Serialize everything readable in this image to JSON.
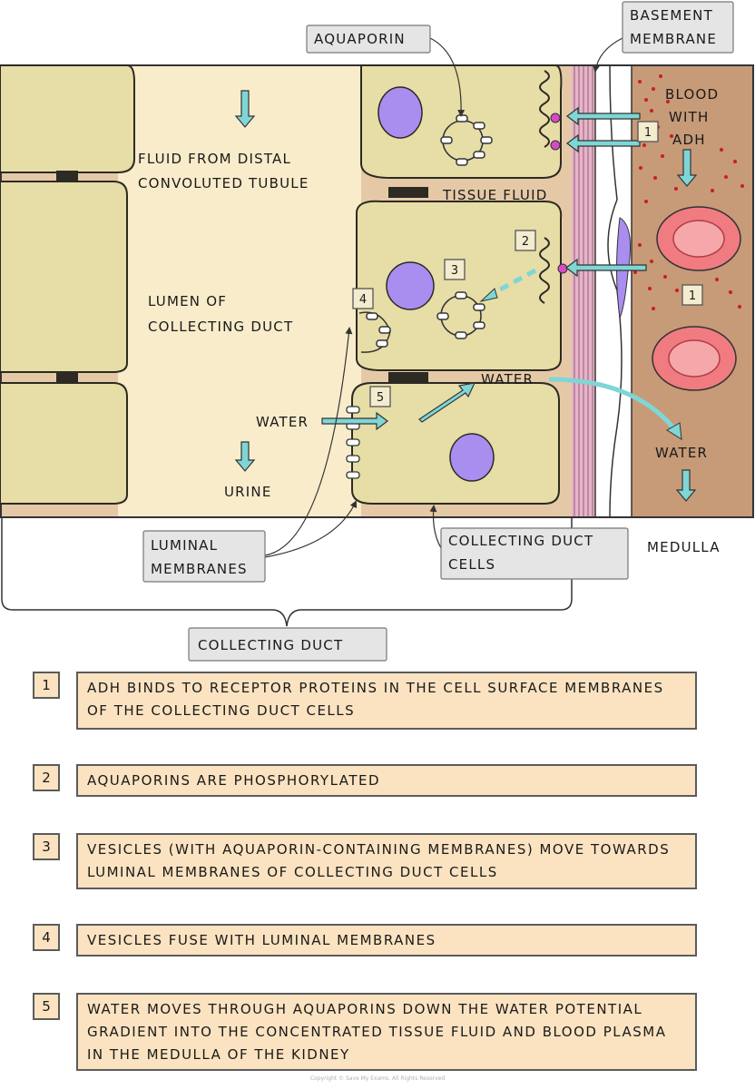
{
  "labels": {
    "aquaporin": "AQUAPORIN",
    "basement_membrane_1": "BASEMENT",
    "basement_membrane_2": "MEMBRANE",
    "blood_1": "BLOOD",
    "blood_2": "WITH",
    "blood_3": "ADH",
    "fluid_1": "FLUID FROM DISTAL",
    "fluid_2": "CONVOLUTED TUBULE",
    "tissue_fluid": "TISSUE FLUID",
    "lumen_1": "LUMEN OF",
    "lumen_2": "COLLECTING DUCT",
    "water_left": "WATER",
    "water_mid": "WATER",
    "water_right": "WATER",
    "urine": "URINE",
    "luminal_1": "LUMINAL",
    "luminal_2": "MEMBRANES",
    "cd_cells_1": "COLLECTING DUCT",
    "cd_cells_2": "CELLS",
    "medulla": "MEDULLA",
    "collecting_duct": "COLLECTING DUCT"
  },
  "markers": {
    "m1a": "1",
    "m1b": "1",
    "m2": "2",
    "m3": "3",
    "m4": "4",
    "m5": "5"
  },
  "steps": [
    {
      "num": "1",
      "text": "ADH BINDS TO RECEPTOR PROTEINS IN THE CELL SURFACE MEMBRANES OF THE COLLECTING DUCT CELLS"
    },
    {
      "num": "2",
      "text": "AQUAPORINS ARE PHOSPHORYLATED"
    },
    {
      "num": "3",
      "text": "VESICLES (WITH AQUAPORIN-CONTAINING MEMBRANES) MOVE TOWARDS LUMINAL MEMBRANES OF COLLECTING DUCT CELLS"
    },
    {
      "num": "4",
      "text": "VESICLES FUSE WITH LUMINAL MEMBRANES"
    },
    {
      "num": "5",
      "text": "WATER MOVES THROUGH AQUAPORINS DOWN THE WATER POTENTIAL GRADIENT INTO THE CONCENTRATED TISSUE FLUID AND BLOOD PLASMA IN THE MEDULLA OF THE KIDNEY"
    }
  ],
  "copyright": "Copyright © Save My Exams. All Rights Reserved",
  "colors": {
    "lumen": "#f8eccb",
    "cell": "#e6dda7",
    "membrane_outline": "#2c2a22",
    "tissue_fluid": "#e5c9a6",
    "blood": "#c79a78",
    "red_cell": "#f07b80",
    "nucleus": "#a98ef0",
    "arrow": "#7fd6d6",
    "step_fill": "#fbe3c1",
    "basement": "#e7b4c9"
  }
}
